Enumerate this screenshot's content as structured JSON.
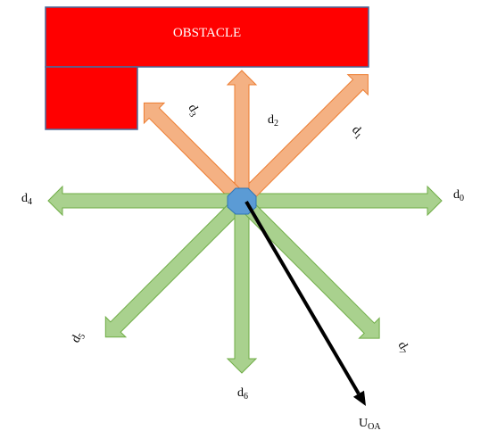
{
  "obstacle": {
    "label": "OBSTACLE",
    "fill": "#ff0000",
    "stroke": "#4a6a9a"
  },
  "directions": [
    {
      "id": "d0",
      "base": "d",
      "sub": "0",
      "blocked": false
    },
    {
      "id": "d1",
      "base": "d",
      "sub": "1",
      "blocked": true
    },
    {
      "id": "d2",
      "base": "d",
      "sub": "2",
      "blocked": true
    },
    {
      "id": "d3",
      "base": "d",
      "sub": "3",
      "blocked": true
    },
    {
      "id": "d4",
      "base": "d",
      "sub": "4",
      "blocked": false
    },
    {
      "id": "d5",
      "base": "d",
      "sub": "5",
      "blocked": false
    },
    {
      "id": "d6",
      "base": "d",
      "sub": "6",
      "blocked": false
    },
    {
      "id": "d7",
      "base": "d",
      "sub": "7",
      "blocked": false
    }
  ],
  "colors": {
    "free_fill": "#a9d18e",
    "free_stroke": "#70ad47",
    "blocked_fill": "#f4b183",
    "blocked_stroke": "#ed7d31",
    "robot_fill": "#5b9bd5",
    "robot_stroke": "#2e75b6",
    "vector": "#000000"
  },
  "vector": {
    "base": "U",
    "sub": "OA"
  }
}
